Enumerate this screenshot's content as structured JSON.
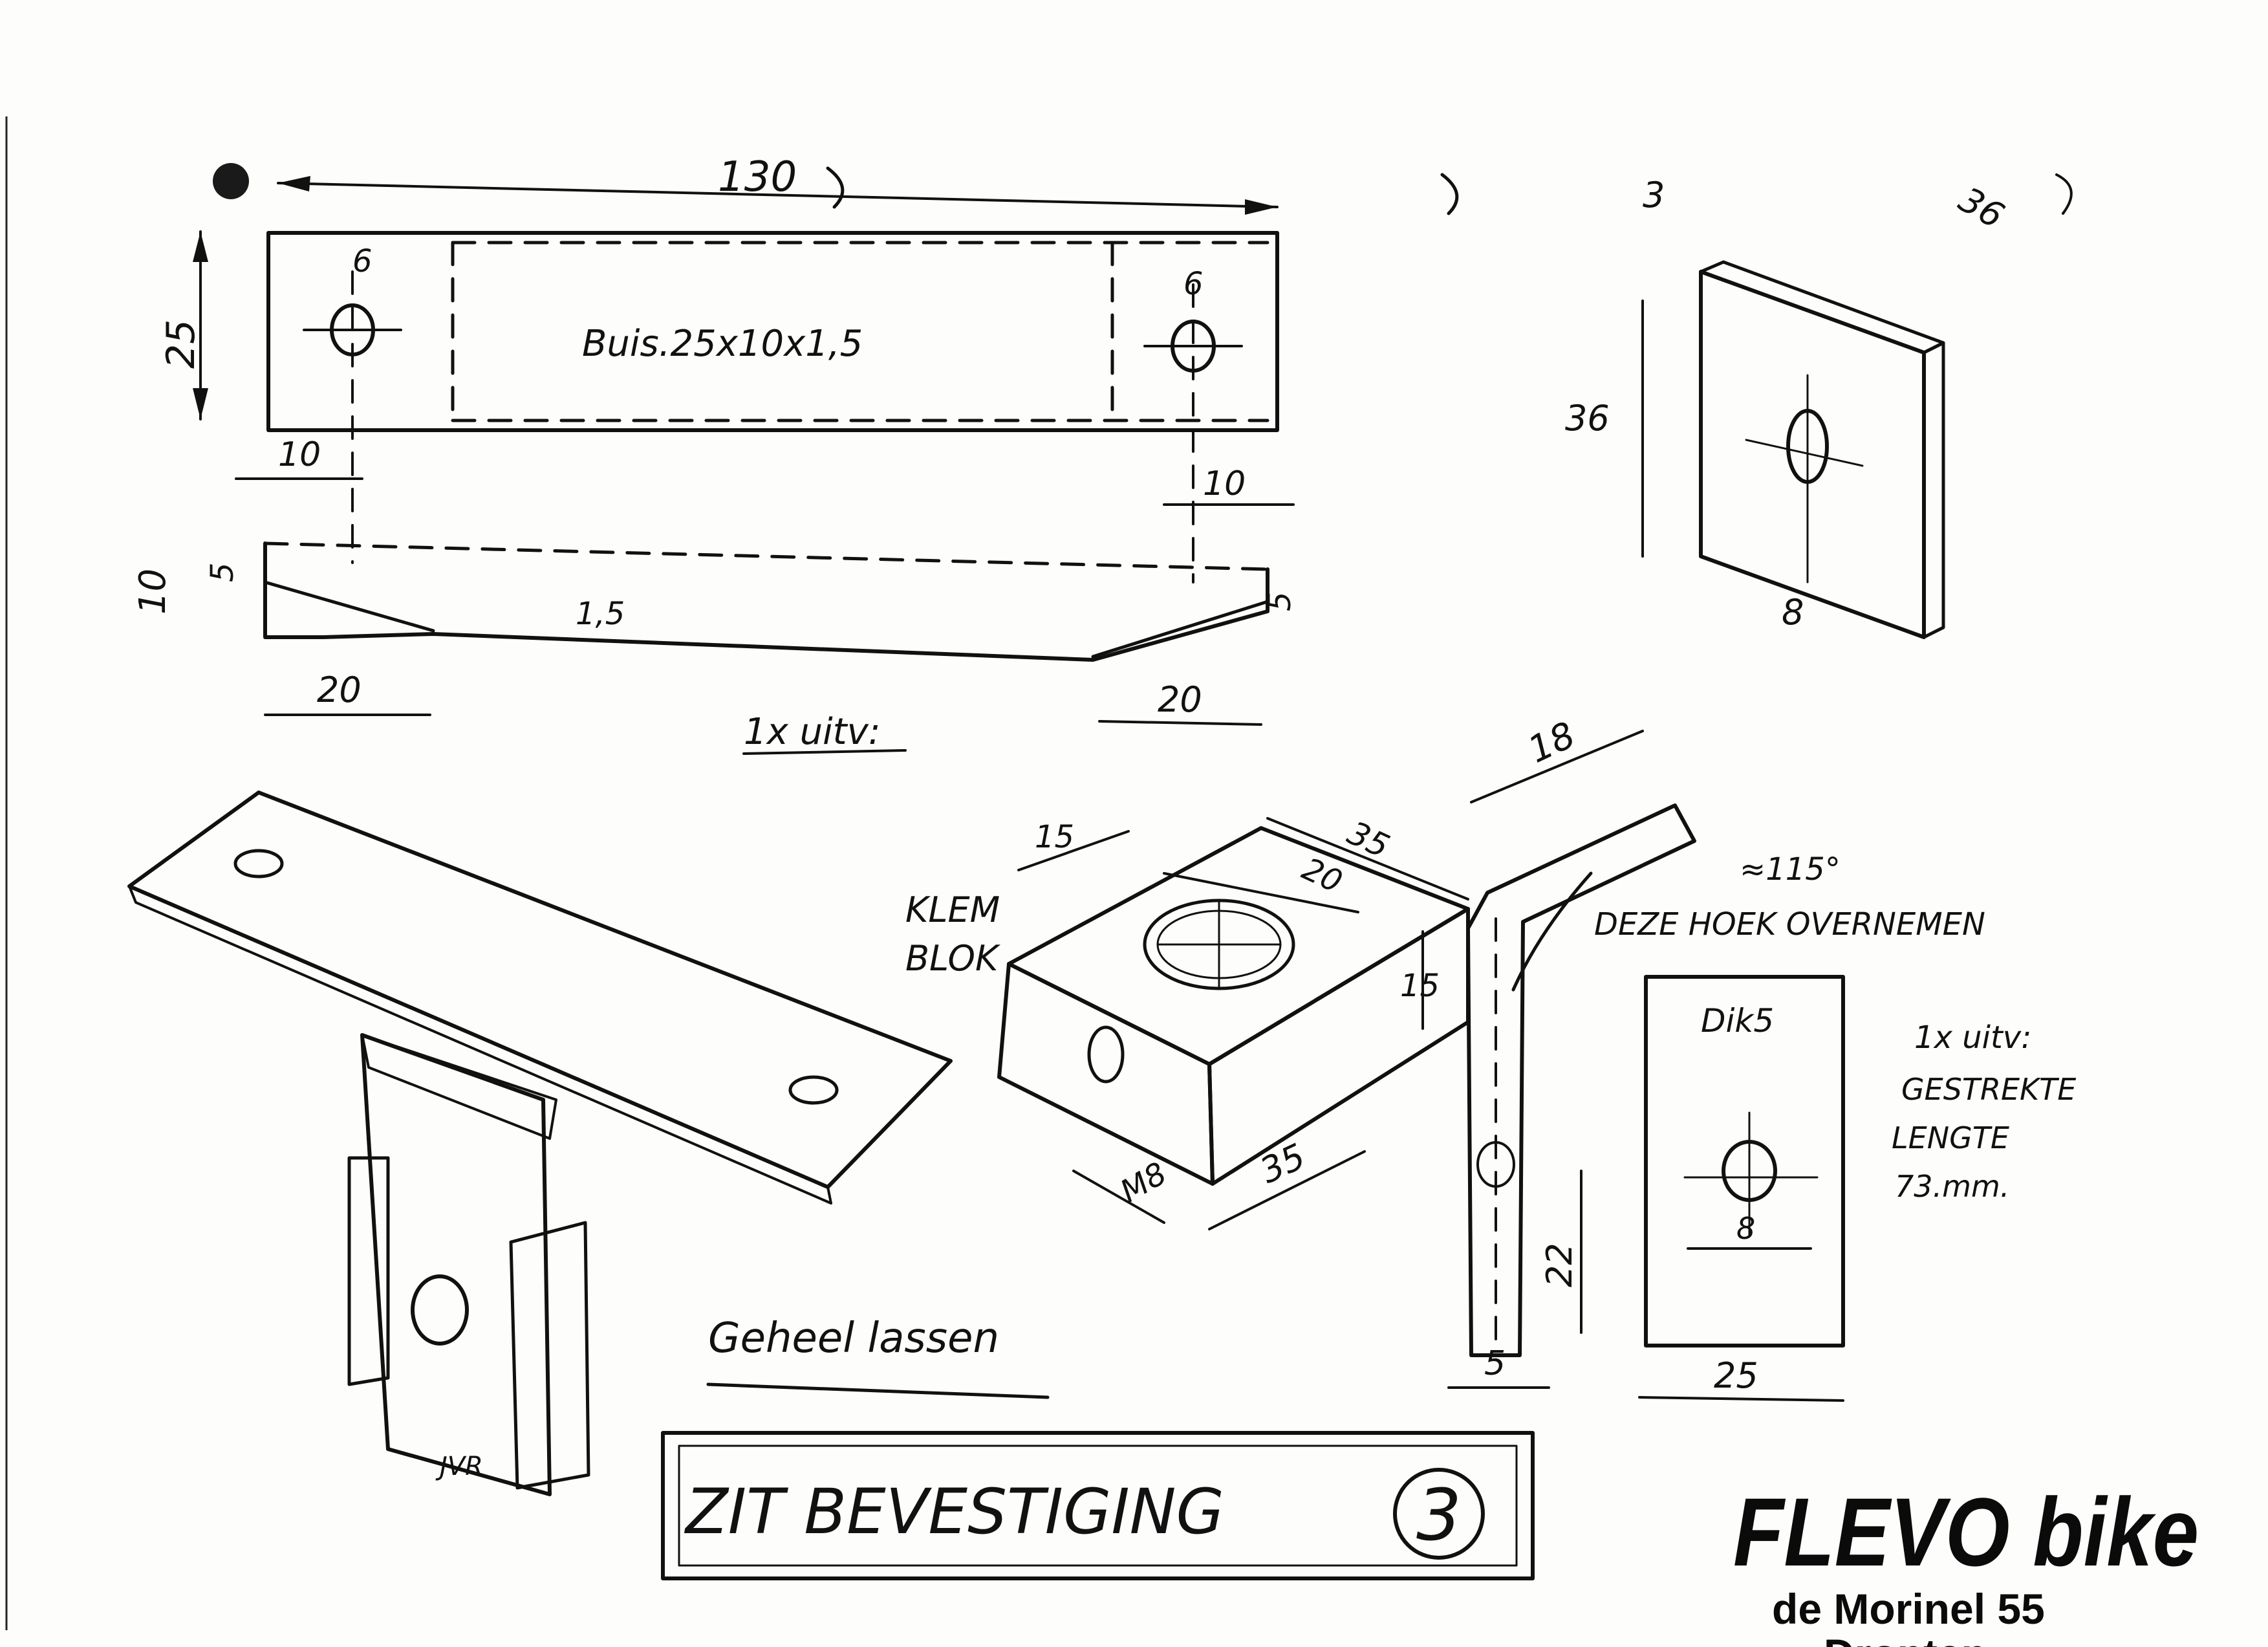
{
  "top_view": {
    "length": "130",
    "width": "25",
    "hole_left": "6",
    "hole_right": "6",
    "tube_spec": "Buis.25x10x1,5",
    "offset_left": "10",
    "offset_right": "10"
  },
  "side_view": {
    "height_left": "10",
    "step_left": "5",
    "step_right": "5",
    "wall": "1,5",
    "taper_left": "20",
    "taper_right": "20",
    "quantity": "1x uitv:"
  },
  "plate": {
    "thickness": "3",
    "width": "36",
    "height": "36",
    "hole": "8"
  },
  "clamp_block": {
    "label_line1": "KLEM",
    "label_line2": "BLOK",
    "dim_15_top": "15",
    "dim_35_top": "35",
    "bore": "20",
    "height": "15",
    "depth": "35",
    "thread": "M8"
  },
  "bracket": {
    "length_top": "18",
    "angle": "≈115°",
    "angle_note": "DEZE HOEK OVERNEMEN",
    "length_bottom": "22",
    "width": "5"
  },
  "strip": {
    "thickness_label": "Dik5",
    "hole": "8",
    "width": "25",
    "note_line1": "1x uitv:",
    "note_line2": "GESTREKTE",
    "note_line3": "LENGTE",
    "note_line4": "73.mm."
  },
  "weld_note": "Geheel lassen",
  "weld_signature": "JVR",
  "title": "ZIT BEVESTIGING",
  "sheet_number": "3",
  "brand": {
    "logo": "FLEVO bike",
    "address": "de Morinel 55",
    "city_partial": "Dronten"
  }
}
